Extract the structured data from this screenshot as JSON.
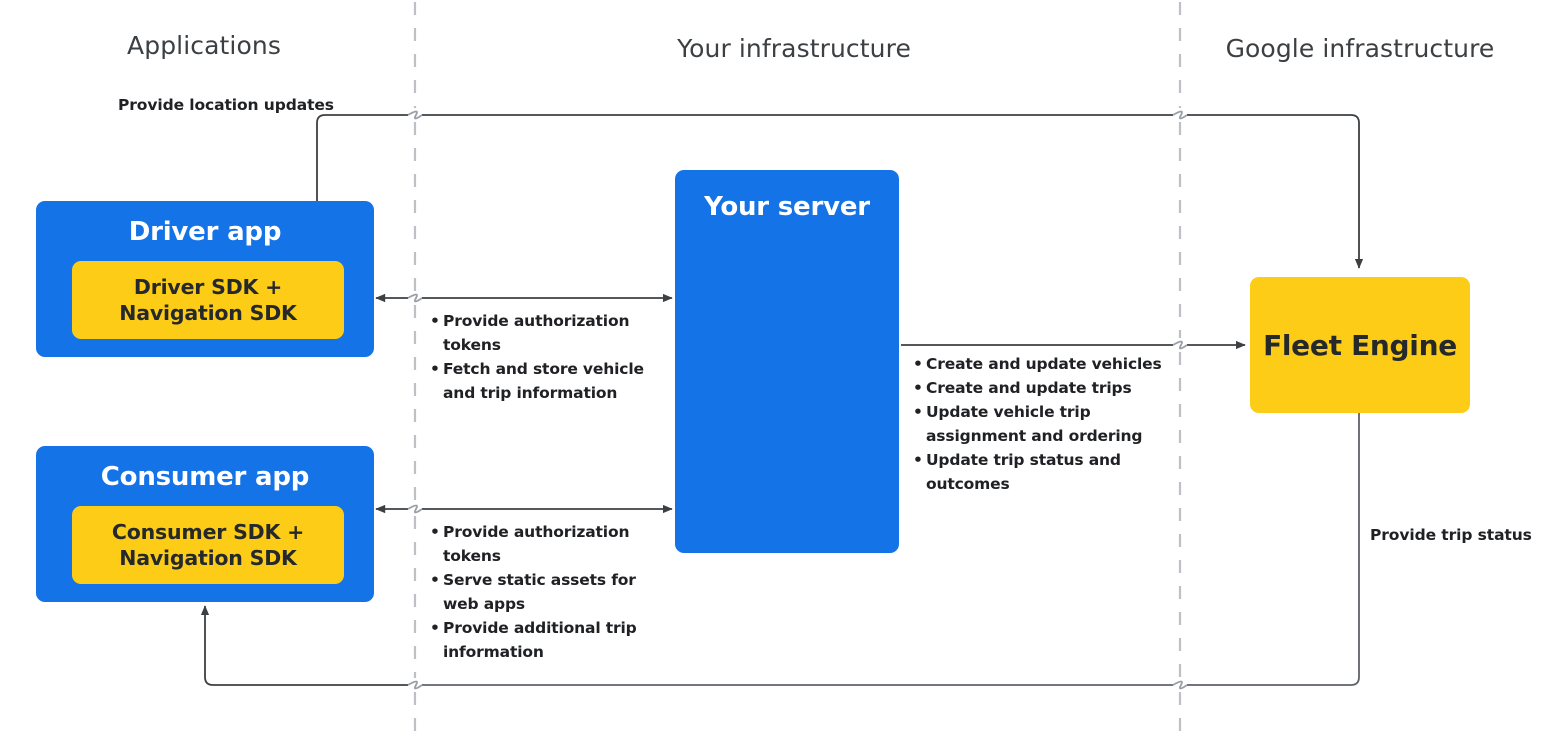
{
  "columns": [
    {
      "label": "Applications"
    },
    {
      "label": "Your infrastructure"
    },
    {
      "label": "Google infrastructure"
    }
  ],
  "nodes": {
    "driver_app": {
      "title": "Driver app",
      "inner": "Driver SDK +\nNavigation SDK",
      "inner_line1": "Driver SDK +",
      "inner_line2": "Navigation SDK"
    },
    "consumer_app": {
      "title": "Consumer app",
      "inner_line1": "Consumer SDK +",
      "inner_line2": "Navigation SDK"
    },
    "your_server": {
      "title": "Your server"
    },
    "fleet_engine": {
      "title": "Fleet Engine"
    }
  },
  "edge_labels": {
    "provide_location_updates": "Provide location updates",
    "provide_trip_status": "Provide trip status"
  },
  "bullet_groups": {
    "driver_to_server": [
      "Provide authorization tokens",
      "Fetch and store vehicle and trip information"
    ],
    "consumer_to_server": [
      "Provide authorization tokens",
      "Serve static assets for web apps",
      "Provide additional trip information"
    ],
    "server_to_fleet_engine": [
      "Create and update vehicles",
      "Create and update trips",
      "Update vehicle trip assignment and ordering",
      "Update trip status and outcomes"
    ]
  },
  "colors": {
    "blue": "#1473e6",
    "yellow": "#fccc16",
    "line": "#5f6368",
    "divider": "#bdc1c6",
    "header_text": "#3c4043",
    "body_text": "#202124"
  }
}
